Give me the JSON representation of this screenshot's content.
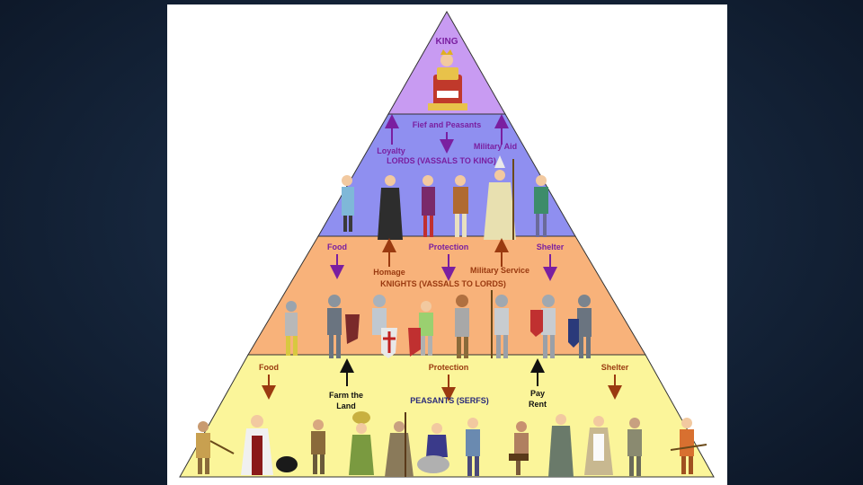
{
  "colors": {
    "king_tier": "#c89bf2",
    "lords_tier": "#8f8ff0",
    "knights_tier": "#f8b27a",
    "peasants_tier": "#fbf59a",
    "purple_text": "#7a1fa0",
    "brown_text": "#9a3a10"
  },
  "tiers": {
    "king": {
      "title": "KING"
    },
    "lords": {
      "title": "LORDS (VASSALS TO KING)",
      "up_left": "Loyalty",
      "down_center": "Fief and Peasants",
      "up_right": "Military Aid"
    },
    "knights": {
      "title": "KNIGHTS (VASSALS TO LORDS)",
      "down_left": "Food",
      "down_center": "Protection",
      "down_right": "Shelter",
      "up_left": "Homage",
      "up_right": "Military Service"
    },
    "peasants": {
      "title": "PEASANTS (SERFS)",
      "down_left": "Food",
      "down_center": "Protection",
      "down_right": "Shelter",
      "up_left_line1": "Farm the",
      "up_left_line2": "Land",
      "up_right_line1": "Pay",
      "up_right_line2": "Rent"
    }
  },
  "figures": {
    "king": [
      "king-figure"
    ],
    "lords": [
      "lord-1",
      "lord-2",
      "lord-3",
      "lord-4",
      "bishop",
      "lord-6"
    ],
    "knights": [
      "knight-1",
      "knight-2",
      "knight-3",
      "knight-4",
      "knight-5",
      "knight-6",
      "knight-7",
      "knight-8"
    ],
    "peasants": [
      "peasant-1",
      "peasant-2",
      "peasant-3",
      "peasant-4",
      "peasant-5",
      "peasant-6",
      "peasant-7",
      "peasant-8",
      "peasant-9",
      "peasant-10",
      "peasant-11",
      "peasant-12"
    ]
  }
}
